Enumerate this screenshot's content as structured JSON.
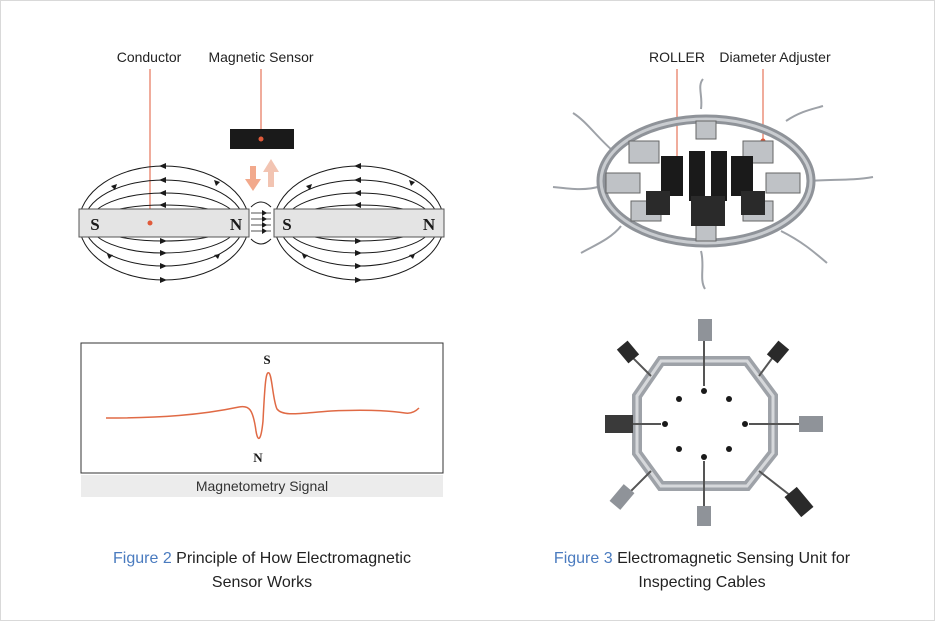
{
  "fig2": {
    "label_conductor": "Conductor",
    "label_sensor": "Magnetic Sensor",
    "pole_s": "S",
    "pole_n": "N",
    "signal_peak": "S",
    "signal_trough": "N",
    "signal_caption": "Magnetometry Signal",
    "caption_num": "Figure 2",
    "caption_line1": " Principle of How Electromagnetic",
    "caption_line2": "Sensor Works"
  },
  "fig3": {
    "label_roller": "ROLLER",
    "label_adjuster": "Diameter Adjuster",
    "caption_num": "Figure 3",
    "caption_line1": " Electromagnetic Sensing Unit for",
    "caption_line2": "Inspecting Cables"
  },
  "colors": {
    "accent": "#4a7bbf",
    "leader": "#e05a3a",
    "signal": "#e06a45",
    "arrow": "#f2a98c",
    "grey_band": "#ececec",
    "metal": "#8f9399",
    "dark": "#1a1a1a"
  }
}
